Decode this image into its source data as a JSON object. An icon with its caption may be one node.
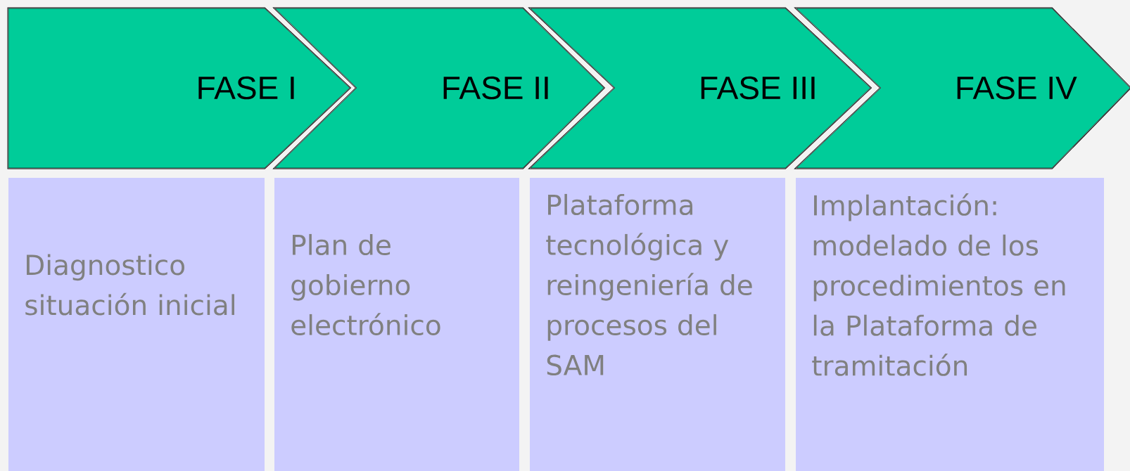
{
  "diagram": {
    "nodes": [
      {
        "text": [
          "FASE I"
        ]
      },
      {
        "text": [
          "FASE II"
        ]
      },
      {
        "text": [
          "FASE III"
        ]
      },
      {
        "text": [
          "FASE IV"
        ]
      },
      {
        "text": [
          "Diagnostico situación inicial"
        ]
      },
      {
        "text": [
          "Plan de gobierno electrónico"
        ]
      },
      {
        "text": [
          "Plataforma tecnológica y reingeniería de procesos del SAM"
        ]
      },
      {
        "text": [
          "Implantación: modelado de los procedimientos en la Plataforma de tramitación"
        ]
      }
    ]
  }
}
